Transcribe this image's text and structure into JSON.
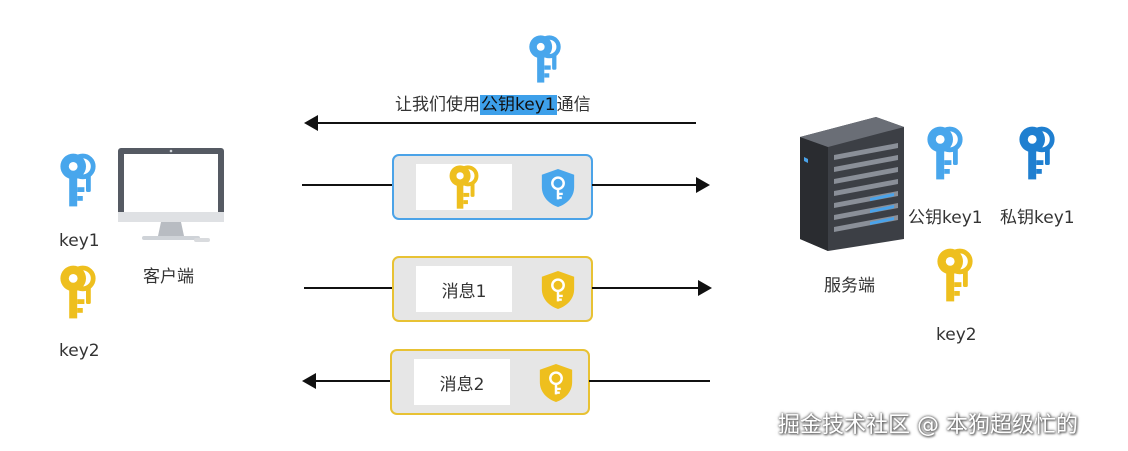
{
  "top_message": {
    "prefix": "让我们使用",
    "highlight": "公钥key1",
    "suffix": "通信"
  },
  "client": {
    "label": "客户端",
    "keys": [
      {
        "label": "key1",
        "color": "#48a6ec"
      },
      {
        "label": "key2",
        "color": "#eebf1e"
      }
    ]
  },
  "server": {
    "label": "服务端",
    "public_key_label": "公钥key1",
    "private_key_label": "私钥key1",
    "key2_label": "key2"
  },
  "packets": [
    {
      "content": "",
      "border": "#4ba3e8"
    },
    {
      "content": "消息1",
      "border": "#e8c234"
    },
    {
      "content": "消息2",
      "border": "#e8c234"
    }
  ],
  "watermark": "掘金技术社区 @ 本狗超级忙的",
  "colors": {
    "light_blue": "#48a6ec",
    "dark_blue": "#1f7fd0",
    "yellow": "#eebf1e",
    "highlight": "#3da0ea"
  }
}
